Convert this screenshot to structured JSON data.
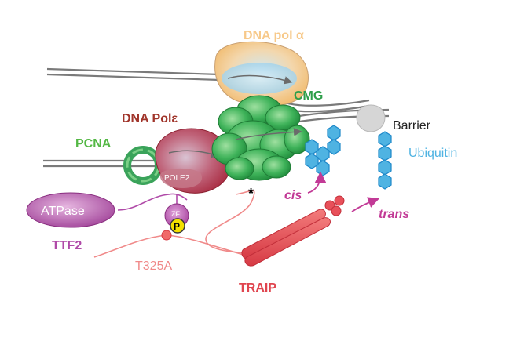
{
  "labels": {
    "dna_pol_alpha": "DNA pol α",
    "cmg": "CMG",
    "dna_pol_epsilon": "DNA Polε",
    "pcna": "PCNA",
    "pole2": "POLE2",
    "barrier": "Barrier",
    "ubiquitin": "Ubiquitin",
    "atpase": "ATPase",
    "ttf2": "TTF2",
    "zf": "ZF",
    "phospho": "P",
    "t325a": "T325A",
    "traip": "TRAIP",
    "cis": "cis",
    "trans": "trans",
    "asterisk": "*"
  },
  "colors": {
    "pol_alpha": "#f7c98a",
    "pol_alpha_inner": "#a9d8ee",
    "cmg": "#2e9e4a",
    "cmg_light": "#5fc06a",
    "pol_epsilon": "#b0384a",
    "pol_epsilon_label": "#a0342a",
    "pcna": "#3aa35a",
    "pcna_label": "#54b845",
    "ubiquitin": "#4fb3e2",
    "ubiquitin_stroke": "#1e88c9",
    "barrier": "#d6d6d6",
    "ttf2": "#b04aa8",
    "traip": "#e0454f",
    "traip_line": "#f08a8a",
    "arrow_magenta": "#c23a96",
    "phospho": "#f4e000",
    "dna": "#7a7a7a"
  }
}
